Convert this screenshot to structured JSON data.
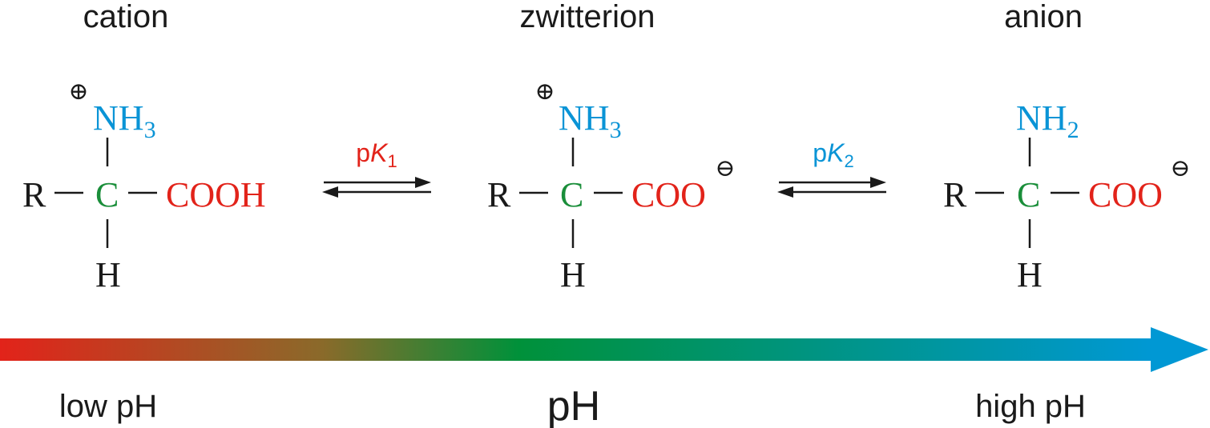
{
  "colors": {
    "black": "#1a1a1a",
    "red": "#e2231a",
    "blue": "#0a94d6",
    "green": "#1a8e3a",
    "gradient_stops": [
      "#e2231a",
      "#8a6a2a",
      "#00913a",
      "#0098c8"
    ]
  },
  "species": [
    {
      "name": "cation",
      "top_group": "NH",
      "top_sub": "3",
      "top_charge": "⊕",
      "left": "R",
      "center": "C",
      "right_group": "COOH",
      "right_charge": "",
      "bottom": "H"
    },
    {
      "name": "zwitterion",
      "top_group": "NH",
      "top_sub": "3",
      "top_charge": "⊕",
      "left": "R",
      "center": "C",
      "right_group": "COO",
      "right_charge": "⊖",
      "bottom": "H"
    },
    {
      "name": "anion",
      "top_group": "NH",
      "top_sub": "2",
      "top_charge": "",
      "left": "R",
      "center": "C",
      "right_group": "COO",
      "right_charge": "⊖",
      "bottom": "H"
    }
  ],
  "equilibria": [
    {
      "p": "p",
      "k": "K",
      "sub": "1"
    },
    {
      "p": "p",
      "k": "K",
      "sub": "2"
    }
  ],
  "axis": {
    "low_label": "low pH",
    "center_label": "pH",
    "high_label": "high pH"
  }
}
